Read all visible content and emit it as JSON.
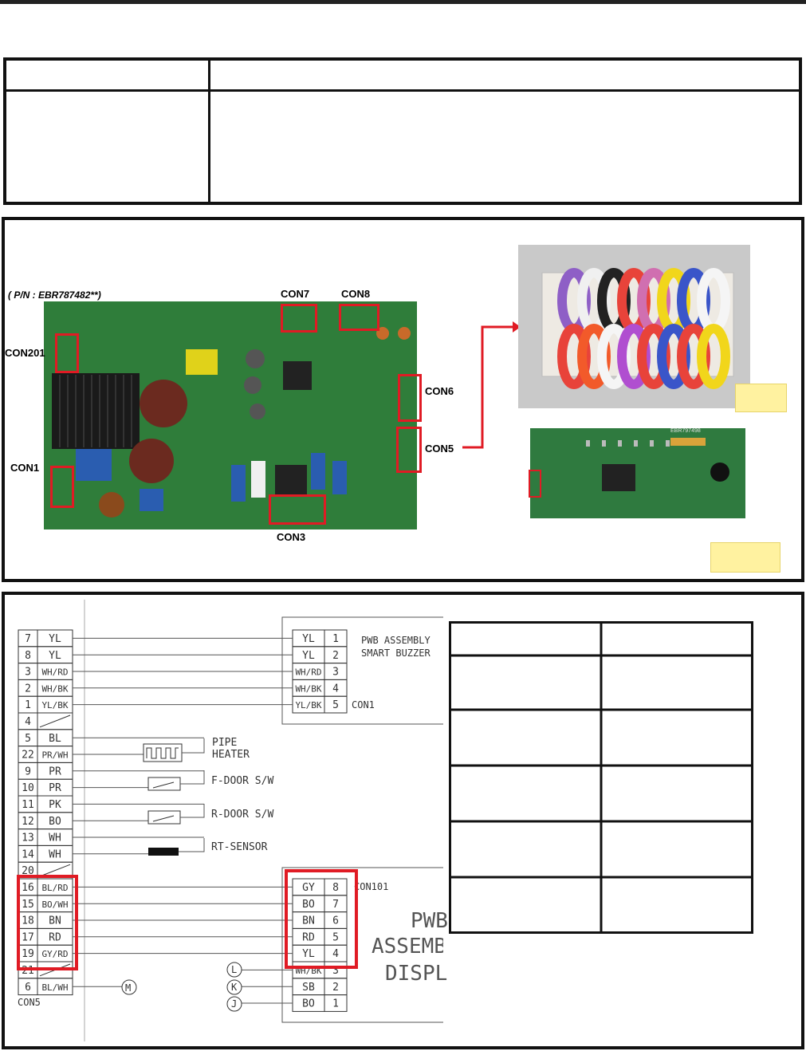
{
  "board": {
    "part_number": "( P/N : EBR787482**)",
    "labels": {
      "con7": "CON7",
      "con8": "CON8",
      "con201": "CON201",
      "con6": "CON6",
      "con5": "CON5",
      "con1": "CON1",
      "con3": "CON3"
    },
    "display_board_label": "EBR797498"
  },
  "schematic": {
    "left_connector": {
      "name": "CON5",
      "pins": [
        {
          "num": "7",
          "color": "YL"
        },
        {
          "num": "8",
          "color": "YL"
        },
        {
          "num": "3",
          "color": "WH/RD"
        },
        {
          "num": "2",
          "color": "WH/BK"
        },
        {
          "num": "1",
          "color": "YL/BK"
        },
        {
          "num": "4",
          "color": ""
        },
        {
          "num": "5",
          "color": "BL"
        },
        {
          "num": "22",
          "color": "PR/WH"
        },
        {
          "num": "9",
          "color": "PR"
        },
        {
          "num": "10",
          "color": "PR"
        },
        {
          "num": "11",
          "color": "PK"
        },
        {
          "num": "12",
          "color": "BO"
        },
        {
          "num": "13",
          "color": "WH"
        },
        {
          "num": "14",
          "color": "WH"
        },
        {
          "num": "20",
          "color": ""
        },
        {
          "num": "16",
          "color": "BL/RD"
        },
        {
          "num": "15",
          "color": "BO/WH"
        },
        {
          "num": "18",
          "color": "BN"
        },
        {
          "num": "17",
          "color": "RD"
        },
        {
          "num": "19",
          "color": "GY/RD"
        },
        {
          "num": "21",
          "color": ""
        },
        {
          "num": "6",
          "color": "BL/WH"
        }
      ]
    },
    "buzzer": {
      "title_line1": "PWB ASSEMBLY",
      "title_line2": "SMART BUZZER",
      "connector": "CON1",
      "pins": [
        {
          "color": "YL",
          "num": "1"
        },
        {
          "color": "YL",
          "num": "2"
        },
        {
          "color": "WH/RD",
          "num": "3"
        },
        {
          "color": "WH/BK",
          "num": "4"
        },
        {
          "color": "YL/BK",
          "num": "5"
        }
      ]
    },
    "components": {
      "pipe_heater_1": "PIPE",
      "pipe_heater_2": "HEATER",
      "f_door": "F-DOOR S/W",
      "r_door": "R-DOOR S/W",
      "rt_sensor": "RT-SENSOR",
      "motor": "M",
      "l": "L",
      "k": "K",
      "j": "J"
    },
    "display": {
      "connector": "CON101",
      "title_line1": "PWB",
      "title_line2": "ASSEMB",
      "title_line3": "DISPL",
      "pins": [
        {
          "color": "GY",
          "num": "8"
        },
        {
          "color": "BO",
          "num": "7"
        },
        {
          "color": "BN",
          "num": "6"
        },
        {
          "color": "RD",
          "num": "5"
        },
        {
          "color": "YL",
          "num": "4"
        },
        {
          "color": "WH/BK",
          "num": "3"
        },
        {
          "color": "SB",
          "num": "2"
        },
        {
          "color": "BO",
          "num": "1"
        }
      ]
    }
  }
}
